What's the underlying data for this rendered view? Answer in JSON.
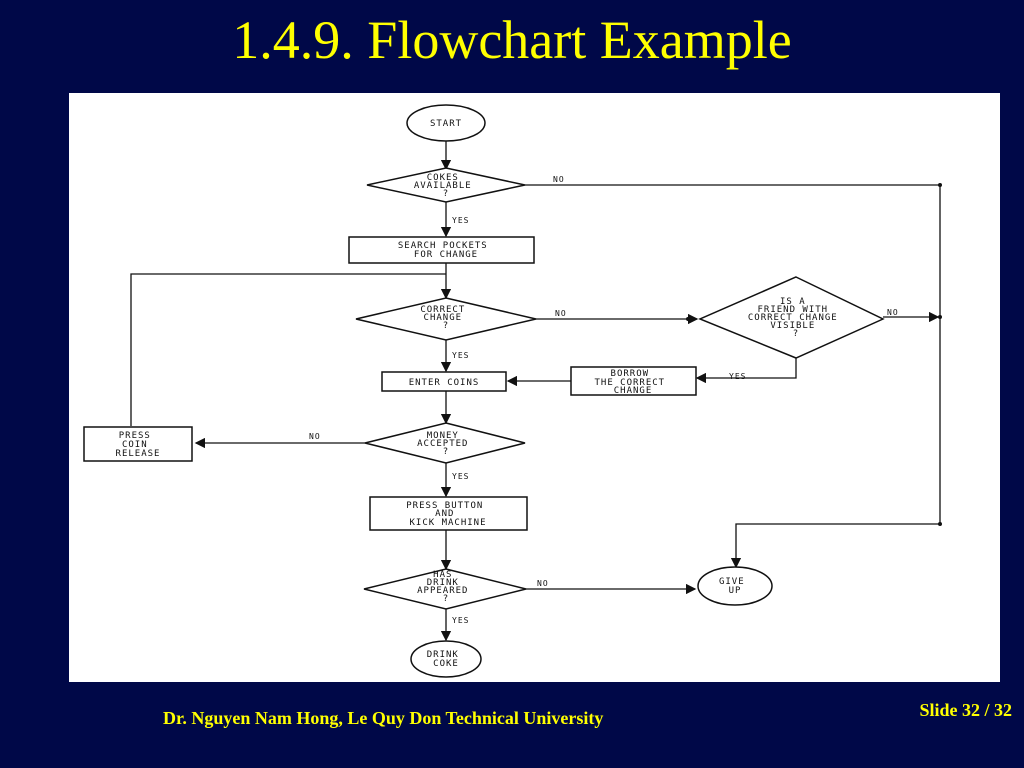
{
  "slide": {
    "title": "1.4.9. Flowchart Example",
    "footer": "Dr. Nguyen Nam Hong, Le Quy Don Technical University",
    "slide_number": "Slide 32 / 32"
  },
  "flowchart": {
    "nodes": {
      "start": [
        "START"
      ],
      "cokes_available": [
        "COKES",
        "AVAILABLE",
        "?"
      ],
      "search_pockets": [
        "SEARCH POCKETS",
        "FOR CHANGE"
      ],
      "correct_change": [
        "CORRECT",
        "CHANGE",
        "?"
      ],
      "friend_visible": [
        "IS A",
        "FRIEND WITH",
        "CORRECT CHANGE",
        "VISIBLE",
        "?"
      ],
      "enter_coins": [
        "ENTER COINS"
      ],
      "borrow_change": [
        "BORROW",
        "THE CORRECT",
        "CHANGE"
      ],
      "money_accepted": [
        "MONEY",
        "ACCEPTED",
        "?"
      ],
      "press_coin_release": [
        "PRESS",
        "COIN",
        "RELEASE"
      ],
      "press_button": [
        "PRESS BUTTON",
        "AND",
        "KICK MACHINE"
      ],
      "drink_appeared": [
        "HAS",
        "DRINK",
        "APPEARED",
        "?"
      ],
      "give_up": [
        "GIVE",
        "UP"
      ],
      "drink_coke": [
        "DRINK",
        "COKE"
      ]
    },
    "edge_labels": {
      "cokes_no": "NO",
      "cokes_yes": "YES",
      "change_no": "NO",
      "change_yes": "YES",
      "friend_no": "NO",
      "friend_yes": "YES",
      "money_no": "NO",
      "money_yes": "YES",
      "drink_no": "NO",
      "drink_yes": "YES"
    }
  }
}
